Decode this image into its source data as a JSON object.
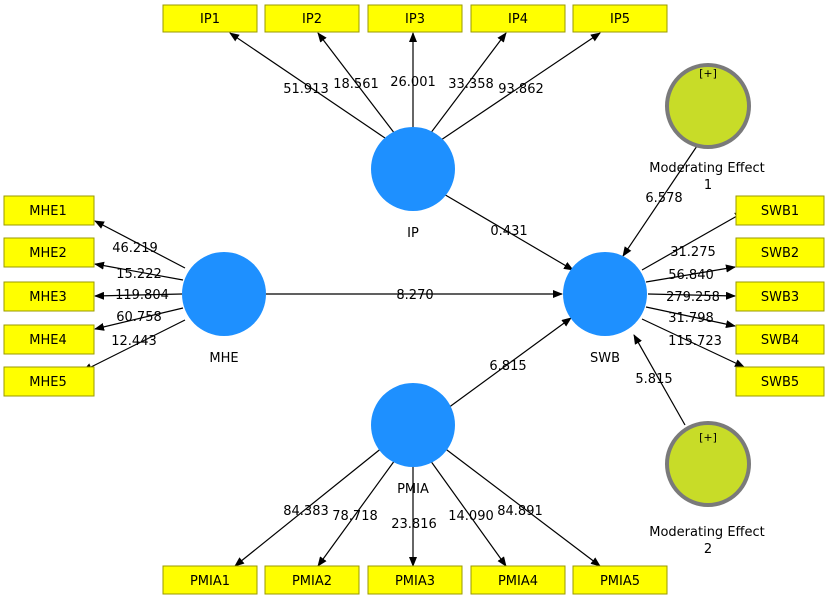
{
  "colors": {
    "indicator_fill": "#ffff00",
    "indicator_stroke": "#9a9a00",
    "construct_fill": "#1e90ff",
    "moderator_fill": "#c8dc28",
    "moderator_stroke": "#7a7a7a",
    "arrow": "#000000"
  },
  "constructs": {
    "ip": "IP",
    "mhe": "MHE",
    "swb": "SWB",
    "pmia": "PMIA",
    "mod1_line1": "Moderating Effect",
    "mod1_line2": "1",
    "mod2_line1": "Moderating Effect",
    "mod2_line2": "2",
    "mod_expand": "[+]"
  },
  "indicators": {
    "ip": [
      "IP1",
      "IP2",
      "IP3",
      "IP4",
      "IP5"
    ],
    "mhe": [
      "MHE1",
      "MHE2",
      "MHE3",
      "MHE4",
      "MHE5"
    ],
    "swb": [
      "SWB1",
      "SWB2",
      "SWB3",
      "SWB4",
      "SWB5"
    ],
    "pmia": [
      "PMIA1",
      "PMIA2",
      "PMIA3",
      "PMIA4",
      "PMIA5"
    ]
  },
  "loadings": {
    "ip": [
      "51.913",
      "18.561",
      "26.001",
      "33.358",
      "93.862"
    ],
    "mhe": [
      "46.219",
      "15.222",
      "119.804",
      "60.758",
      "12.443"
    ],
    "swb": [
      "31.275",
      "56.840",
      "279.258",
      "31.798",
      "115.723"
    ],
    "pmia": [
      "84.383",
      "78.718",
      "23.816",
      "14.090",
      "84.891"
    ]
  },
  "paths": {
    "ip_swb": "0.431",
    "mhe_swb": "8.270",
    "pmia_swb": "6.815",
    "mod1_swb": "6.578",
    "mod2_swb": "5.815"
  }
}
